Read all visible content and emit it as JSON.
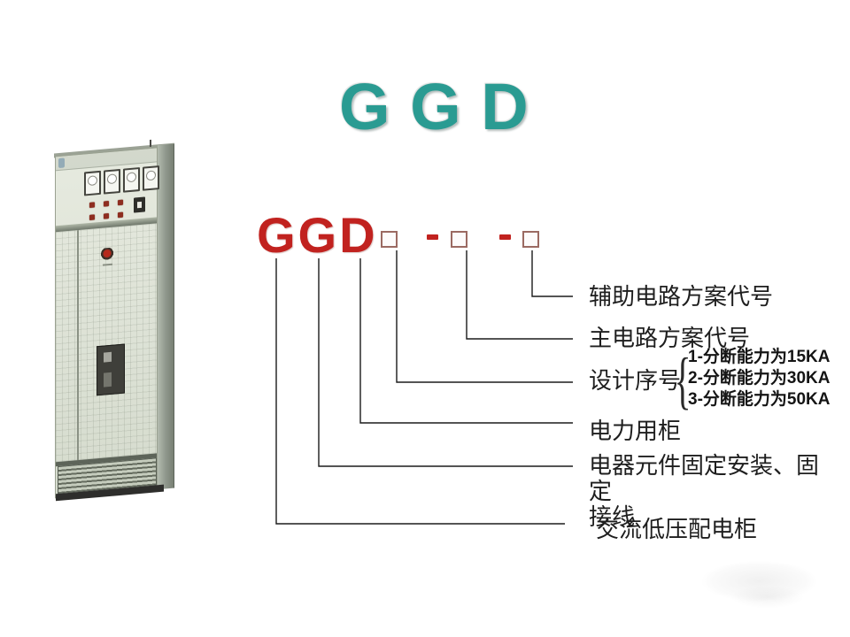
{
  "slide": {
    "title": "G G D",
    "title_color": "#2a9b92"
  },
  "formula": {
    "code": "GGD",
    "dash1": "-",
    "dash2": "-",
    "color": "#c1221f",
    "square_count": 3
  },
  "annotations": {
    "aux_circuit": "辅助电路方案代号",
    "main_circuit": "主电路方案代号",
    "design_serial": "设计序号",
    "brace": "{",
    "design_options": [
      "1-分断能力为15KA",
      "2-分断能力为30KA",
      "3-分断能力为50KA"
    ],
    "power_cabinet": "电力用柜",
    "fixed_install_line1": "电器元件固定安装、固定",
    "fixed_install_line2": "接线",
    "ac_lv_cabinet": "交流低压配电柜"
  },
  "image": {
    "cabinet_alt": "GGD AC low-voltage switchgear cabinet photo"
  }
}
